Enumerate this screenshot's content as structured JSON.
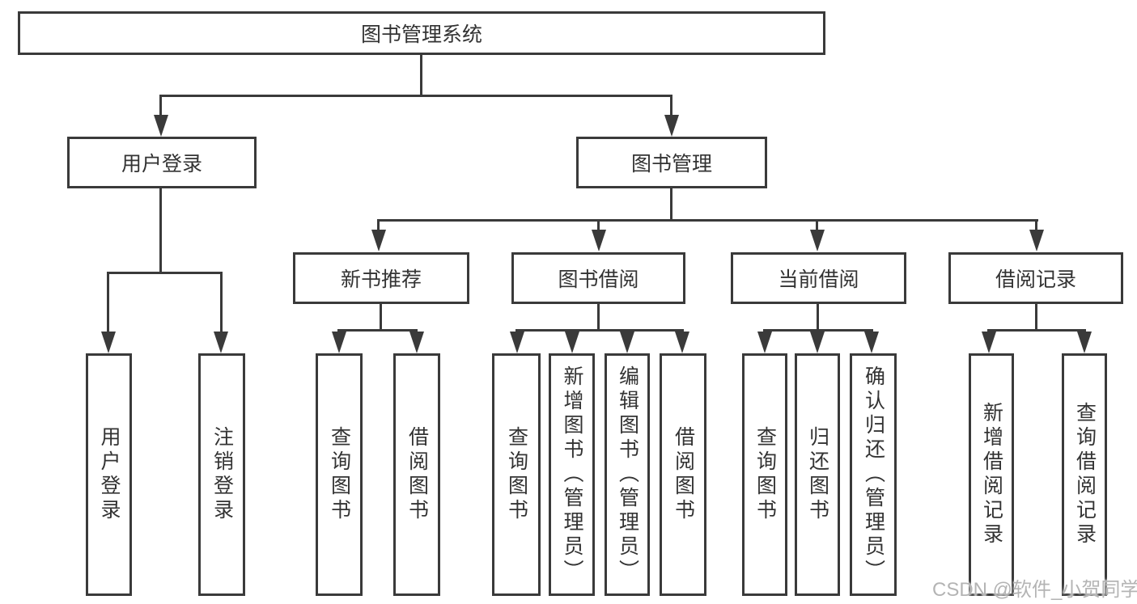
{
  "diagram": {
    "title": "图书管理系统",
    "level2": {
      "user_login": "用户登录",
      "book_mgmt": "图书管理"
    },
    "level3": {
      "new_book_rec": "新书推荐",
      "book_borrow": "图书借阅",
      "current_borrow": "当前借阅",
      "borrow_records": "借阅记录"
    },
    "leaves": {
      "user_login": [
        "用户登录",
        "注销登录"
      ],
      "new_book_rec": [
        "查询图书",
        "借阅图书"
      ],
      "book_borrow": [
        "查询图书",
        "新增图书（管理员）",
        "编辑图书（管理员）",
        "借阅图书"
      ],
      "current_borrow": [
        "查询图书",
        "归还图书",
        "确认归还（管理员）"
      ],
      "borrow_records": [
        "新增借阅记录",
        "查询借阅记录"
      ]
    }
  },
  "watermark": "CSDN @软件_小贺同学",
  "colors": {
    "line": "#3a3a3a",
    "text": "#333333",
    "watermark": "#b4b4b4",
    "background": "#ffffff"
  }
}
